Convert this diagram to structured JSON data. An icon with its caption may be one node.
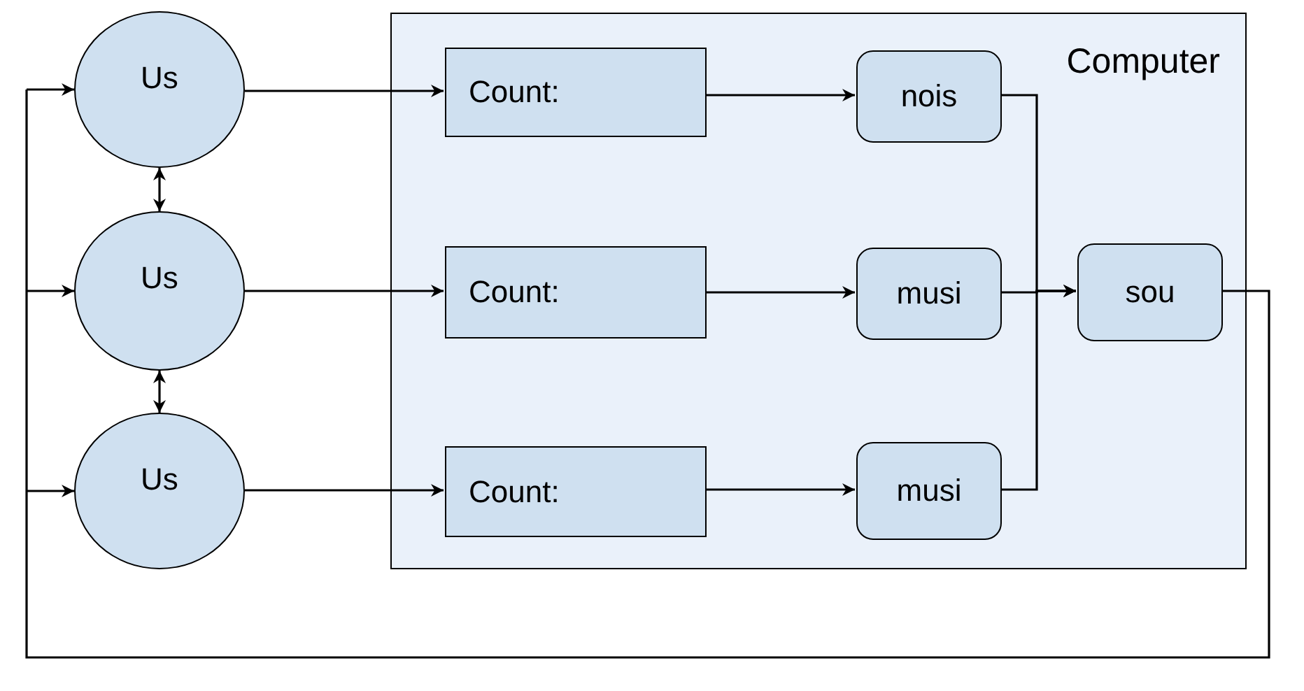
{
  "diagram": {
    "nodes": [
      {
        "text": [
          "Computer"
        ]
      },
      {
        "text": [
          "Us"
        ]
      },
      {
        "text": [
          "Us"
        ]
      },
      {
        "text": [
          "Us"
        ]
      },
      {
        "text": [
          "Count:"
        ],
        "in": 0
      },
      {
        "text": [
          "Count:"
        ],
        "in": 0
      },
      {
        "text": [
          "Count:"
        ],
        "in": 0
      },
      {
        "text": [
          "nois"
        ],
        "in": 0
      },
      {
        "text": [
          "musi"
        ],
        "in": 0
      },
      {
        "text": [
          "musi"
        ],
        "in": 0
      },
      {
        "text": [
          "sou"
        ],
        "in": 0
      }
    ],
    "edges": [
      {
        "from": 1,
        "to": 4,
        "arrow": "to"
      },
      {
        "from": 2,
        "to": 5,
        "arrow": "to"
      },
      {
        "from": 3,
        "to": 6,
        "arrow": "to"
      },
      {
        "from": 1,
        "to": 2,
        "arrow": "both"
      },
      {
        "from": 2,
        "to": 3,
        "arrow": "both"
      },
      {
        "from": 4,
        "to": 7,
        "arrow": "to"
      },
      {
        "from": 5,
        "to": 8,
        "arrow": "to"
      },
      {
        "from": 6,
        "to": 9,
        "arrow": "to"
      },
      {
        "from": 7,
        "to": 10,
        "arrow": "to"
      },
      {
        "from": 8,
        "to": 10,
        "arrow": "to"
      },
      {
        "from": 9,
        "to": 10,
        "arrow": "to"
      },
      {
        "from": 10,
        "to": 1,
        "arrow": "to"
      },
      {
        "from": 10,
        "to": 2,
        "arrow": "to"
      },
      {
        "from": 10,
        "to": 3,
        "arrow": "to"
      }
    ]
  }
}
